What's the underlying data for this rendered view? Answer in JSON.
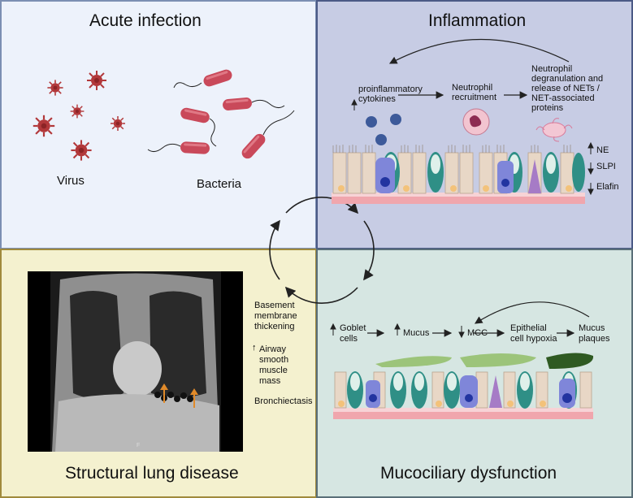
{
  "acute": {
    "title": "Acute infection",
    "virus_label": "Virus",
    "bacteria_label": "Bacteria"
  },
  "inflammation": {
    "title": "Inflammation",
    "step1": "proinflammatory cytokines",
    "step2": "Neutrophil recruitment",
    "step3": "Neutrophil degranulation and release of NETs / NET-associated proteins",
    "marker_ne": "NE",
    "marker_slpi": "SLPI",
    "marker_elafin": "Elafin"
  },
  "structural": {
    "title": "Structural lung disease",
    "feature1": "Basement membrane thickening",
    "feature2": "Airway smooth muscle mass",
    "feature3": "Bronchiectasis",
    "ct_letter": "F"
  },
  "mucociliary": {
    "title": "Mucociliary dysfunction",
    "step1": "Goblet cells",
    "step2": "Mucus",
    "step3": "MCC",
    "step4": "Epithelial cell hypoxia",
    "step5": "Mucus plaques"
  },
  "colors": {
    "virus": "#b2383a",
    "bacteria": "#c9495a",
    "goblet": "#2f8f86",
    "mucus_light": "#9cc47a",
    "mucus_dark": "#2f5a22",
    "ct_arrow": "#e08a2a"
  }
}
